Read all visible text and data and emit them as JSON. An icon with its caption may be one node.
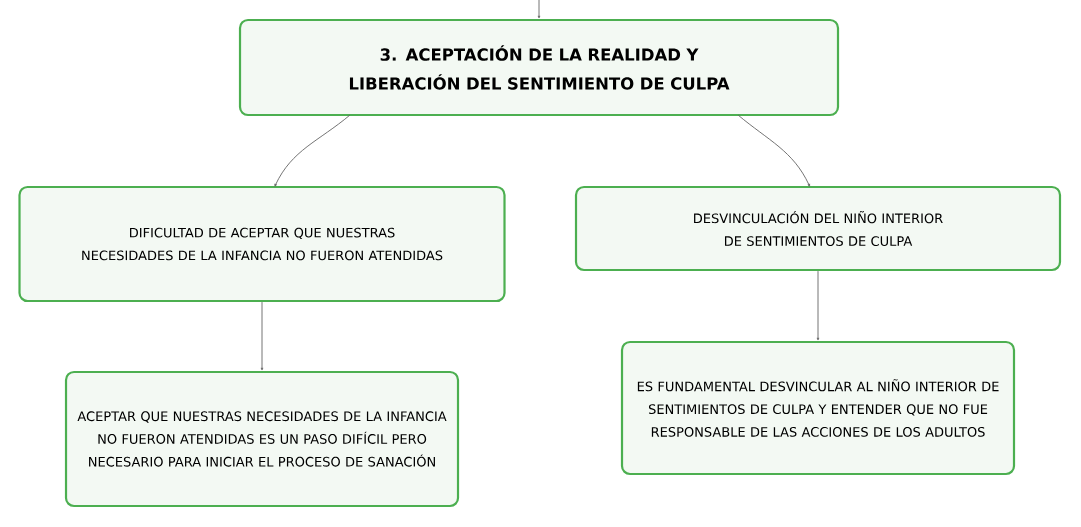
{
  "diagram": {
    "nodes": [
      {
        "text": [
          "3. ACEPTACIÓN DE LA REALIDAD Y LIBERACIÓN DEL SENTIMIENTO DE CULPA"
        ]
      },
      {
        "text": [
          "DIFICULTAD DE ACEPTAR QUE NUESTRAS NECESIDADES DE LA INFANCIA NO FUERON ATENDIDAS"
        ]
      },
      {
        "text": [
          "DESVINCULACIÓN DEL NIÑO INTERIOR DE SENTIMIENTOS DE CULPA"
        ]
      },
      {
        "text": [
          "ACEPTAR QUE NUESTRAS NECESIDADES DE LA INFANCIA NO FUERON ATENDIDAS ES UN PASO DIFÍCIL PERO NECESARIO PARA INICIAR EL PROCESO DE SANACIÓN"
        ]
      },
      {
        "text": [
          "ES FUNDAMENTAL DESVINCULAR AL NIÑO INTERIOR DE SENTIMIENTOS DE CULPA Y ENTENDER QUE NO FUE RESPONSABLE DE LAS ACCIONES DE LOS ADULTOS"
        ]
      }
    ],
    "edges": [
      {
        "from": null,
        "to": 0,
        "arrow": "to"
      },
      {
        "from": 0,
        "to": 1,
        "arrow": "to"
      },
      {
        "from": 0,
        "to": 2,
        "arrow": "to"
      },
      {
        "from": 1,
        "to": 3,
        "arrow": "to"
      },
      {
        "from": 2,
        "to": 4,
        "arrow": "to"
      }
    ]
  }
}
